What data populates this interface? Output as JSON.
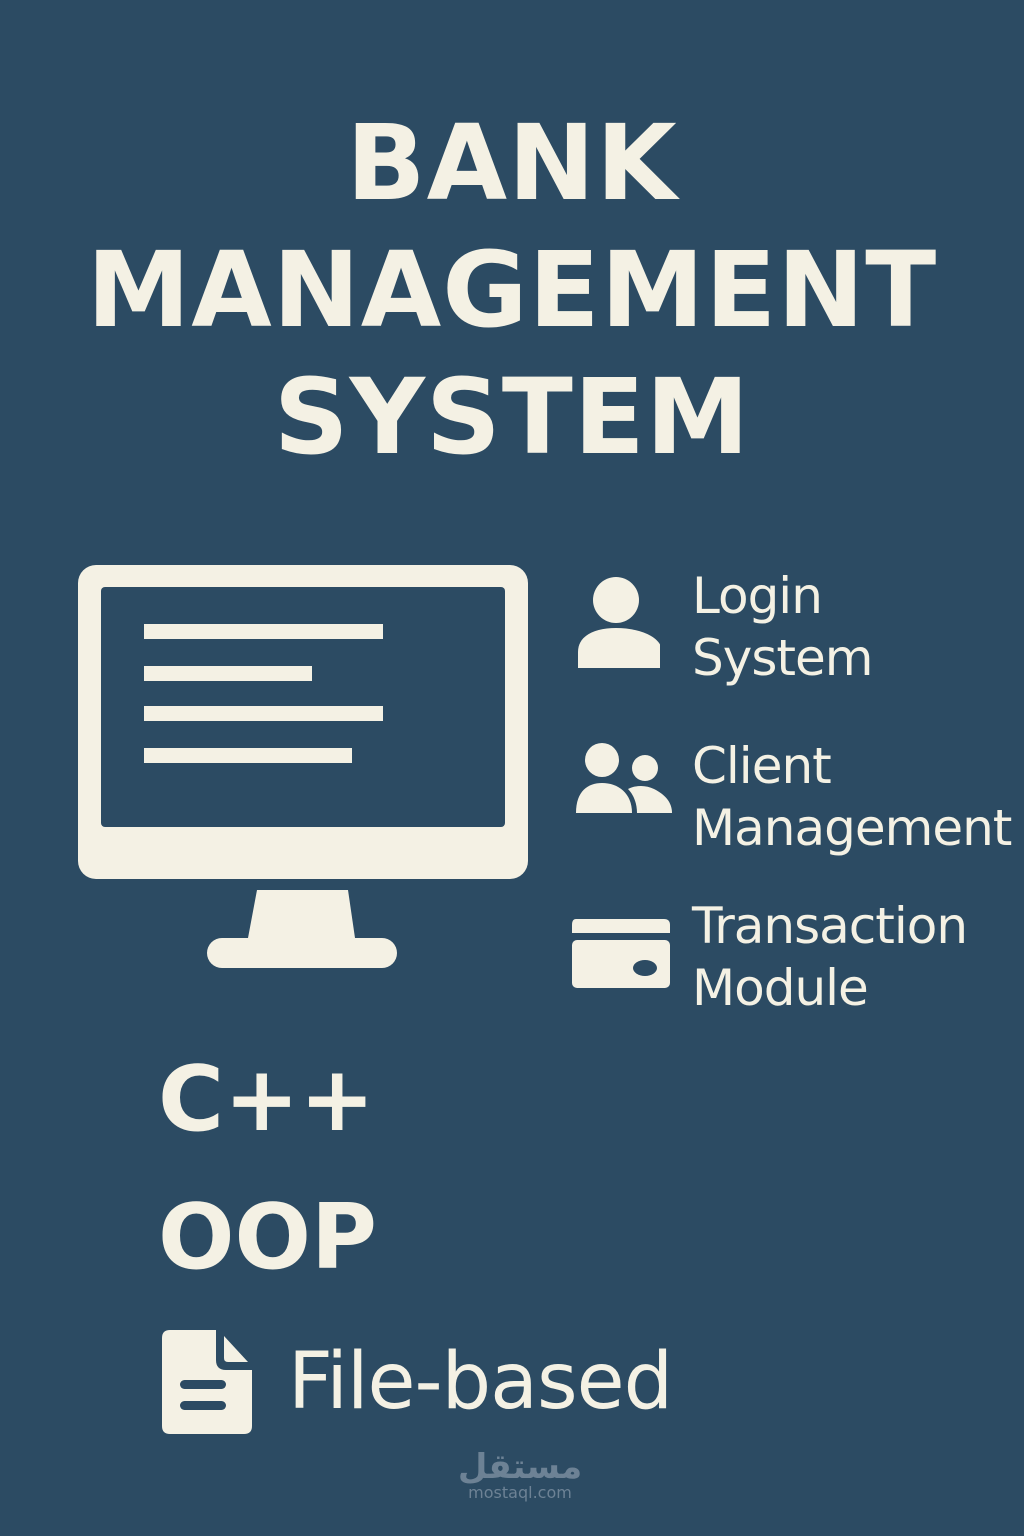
{
  "title": {
    "lines": [
      "BANK",
      "MANAGEMENT",
      "SYSTEM"
    ]
  },
  "illustration": {
    "icon": "desktop-monitor-icon"
  },
  "features": [
    {
      "icon": "user-icon",
      "line1": "Login",
      "line2": "System"
    },
    {
      "icon": "users-icon",
      "line1": "Client",
      "line2": "Management"
    },
    {
      "icon": "credit-card-icon",
      "line1": "Transaction",
      "line2": "Module"
    }
  ],
  "tech": {
    "language": "C++",
    "paradigm": "OOP",
    "storage": {
      "icon": "file-document-icon",
      "label": "File-based"
    }
  },
  "watermark": {
    "arabic": "مستقل",
    "url": "mostaql.com"
  },
  "colors": {
    "background": "#2c4b63",
    "foreground": "#f4f1e4",
    "watermark": "#6d8295"
  }
}
